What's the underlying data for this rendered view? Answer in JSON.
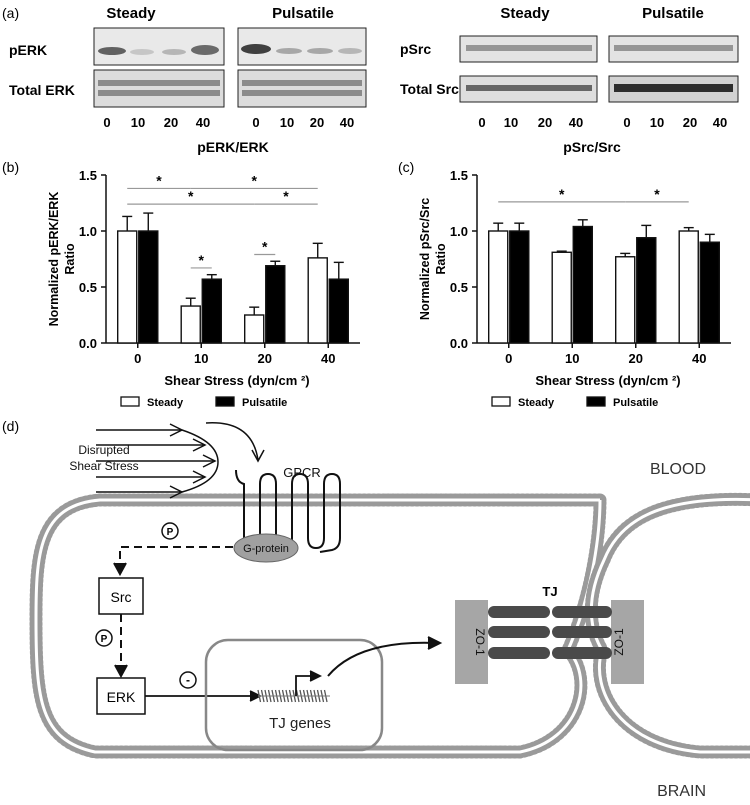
{
  "panel_labels": {
    "a": "(a)",
    "b": "(b)",
    "c": "(c)",
    "d": "(d)"
  },
  "blots": {
    "left": {
      "cond_left": "Steady",
      "cond_right": "Pulsatile",
      "row1": "pERK",
      "row2": "Total ERK",
      "lanes": [
        "0",
        "10",
        "20",
        "40",
        "0",
        "10",
        "20",
        "40"
      ],
      "quant_title": "pERK/ERK"
    },
    "right": {
      "cond_left": "Steady",
      "cond_right": "Pulsatile",
      "row1": "pSrc",
      "row2": "Total Src",
      "lanes": [
        "0",
        "10",
        "20",
        "40",
        "0",
        "10",
        "20",
        "40"
      ],
      "quant_title": "pSrc/Src"
    }
  },
  "chart_data": [
    {
      "id": "b",
      "type": "bar",
      "categories": [
        "0",
        "10",
        "20",
        "40"
      ],
      "series": [
        {
          "name": "Steady",
          "values": [
            1.0,
            0.33,
            0.25,
            0.76
          ],
          "errors": [
            0.13,
            0.07,
            0.07,
            0.13
          ],
          "fill": "#ffffff"
        },
        {
          "name": "Pulsatile",
          "values": [
            1.0,
            0.57,
            0.69,
            0.57
          ],
          "errors": [
            0.16,
            0.04,
            0.04,
            0.15
          ],
          "fill": "#000000"
        }
      ],
      "xlabel": "Shear Stress  (dyn/cm ²)",
      "ylabel": "Normalized pERK/ERK Ratio",
      "ylabel_lines": [
        "Normalized pERK/ERK",
        "Ratio"
      ],
      "ylim": [
        0,
        1.5
      ],
      "yticks": [
        "0.0",
        "0.5",
        "1.0",
        "1.5"
      ],
      "significance": [
        {
          "from": "0S",
          "to": "10S",
          "label": "*",
          "y": 1.38
        },
        {
          "from": "10S",
          "to": "40S",
          "label": "*",
          "y": 1.38
        },
        {
          "from": "0S",
          "to": "20S",
          "label": "*",
          "y": 1.24
        },
        {
          "from": "20S",
          "to": "40S",
          "label": "*",
          "y": 1.24
        },
        {
          "from": "10S",
          "to": "10P",
          "label": "*",
          "y": 0.67
        },
        {
          "from": "20S",
          "to": "20P",
          "label": "*",
          "y": 0.79
        }
      ],
      "legend": {
        "placement": "bottom",
        "items": [
          "Steady",
          "Pulsatile"
        ]
      }
    },
    {
      "id": "c",
      "type": "bar",
      "categories": [
        "0",
        "10",
        "20",
        "40"
      ],
      "series": [
        {
          "name": "Steady",
          "values": [
            1.0,
            0.81,
            0.77,
            1.0
          ],
          "errors": [
            0.07,
            0.01,
            0.03,
            0.03
          ],
          "fill": "#ffffff"
        },
        {
          "name": "Pulsatile",
          "values": [
            1.0,
            1.04,
            0.94,
            0.9
          ],
          "errors": [
            0.07,
            0.06,
            0.11,
            0.07
          ],
          "fill": "#000000"
        }
      ],
      "xlabel": "Shear Stress  (dyn/cm ²)",
      "ylabel": "Normalized pSrc/Src Ratio",
      "ylabel_lines": [
        "Normalized pSrc/Src",
        "Ratio"
      ],
      "ylim": [
        0,
        1.5
      ],
      "yticks": [
        "0.0",
        "0.5",
        "1.0",
        "1.5"
      ],
      "significance": [
        {
          "from": "0S",
          "to": "20S",
          "label": "*",
          "y": 1.26
        },
        {
          "from": "20S",
          "to": "40S",
          "label": "*",
          "y": 1.26
        }
      ],
      "legend": {
        "placement": "bottom",
        "items": [
          "Steady",
          "Pulsatile"
        ]
      }
    }
  ],
  "diagram": {
    "disrupted_line1": "Disrupted",
    "disrupted_line2": "Shear Stress",
    "gpcr": "GPCR",
    "blood": "BLOOD",
    "brain": "BRAIN",
    "gprotein": "G-protein",
    "phospho": "P",
    "src": "Src",
    "erk": "ERK",
    "minus": "-",
    "tj_genes": "TJ genes",
    "tj": "TJ",
    "zo1_left": "ZO-1",
    "zo1_right": "ZO-1",
    "colors": {
      "membrane": "#9a9a9a",
      "gprotein": "#a0a0a0",
      "zo1": "#a6a6a6",
      "tj_strand": "#4a4a4a"
    }
  }
}
